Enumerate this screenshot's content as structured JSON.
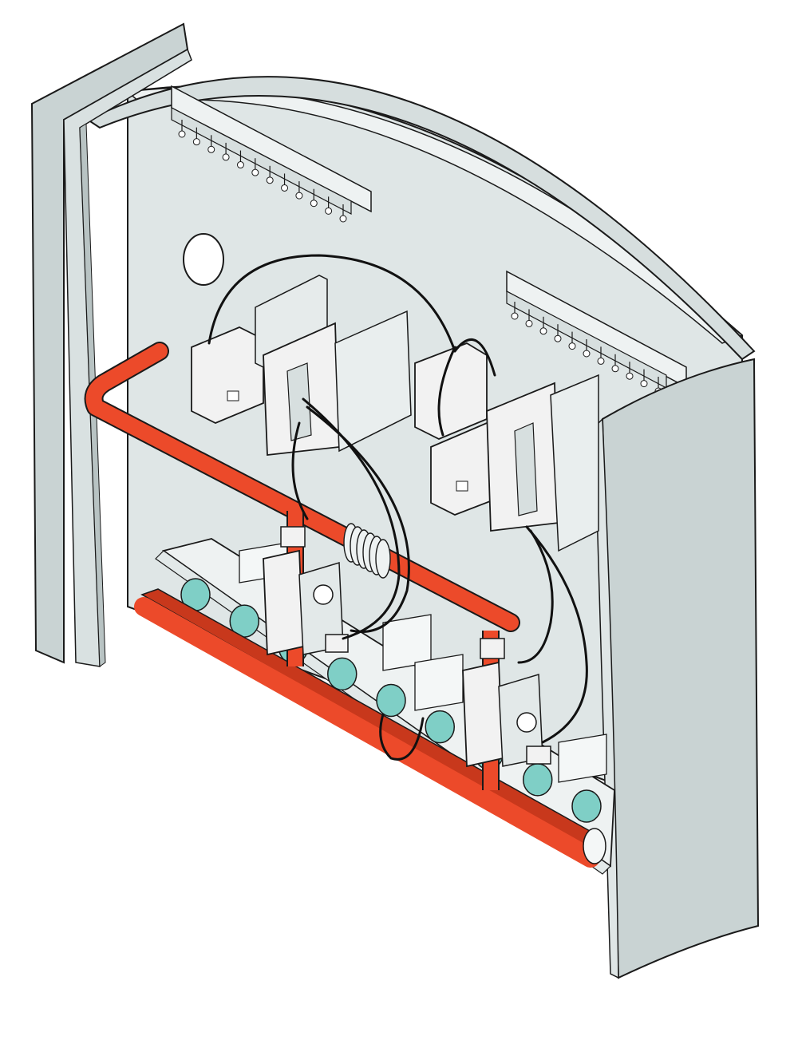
{
  "colors": {
    "panel": "#dfe6e6",
    "panel_shade": "#c9d3d3",
    "panel_dark": "#b8c3c3",
    "gas_pipe": "#ec4a2a",
    "gas_pipe_dark": "#c8381c",
    "port_glass": "#7fcfc6",
    "wire": "#111111",
    "outline": "#1a1a1a",
    "component": "#f2f2f2"
  },
  "components": {
    "left_side_panel": "left-side-panel",
    "right_side_panel": "right-side-panel",
    "back_panel": "back-panel",
    "gas_supply_pipe": "gas-supply-pipe",
    "burner_manifold_pipe": "burner-manifold-pipe",
    "gas_valves": [
      "gas-valve-1",
      "gas-valve-2"
    ],
    "control_modules": [
      "control-module-1",
      "control-module-2"
    ],
    "terminal_strips": [
      "terminal-strip-1",
      "terminal-strip-2"
    ],
    "flexible_connector": "flexible-gas-connector",
    "burner_ports_count": 9
  }
}
